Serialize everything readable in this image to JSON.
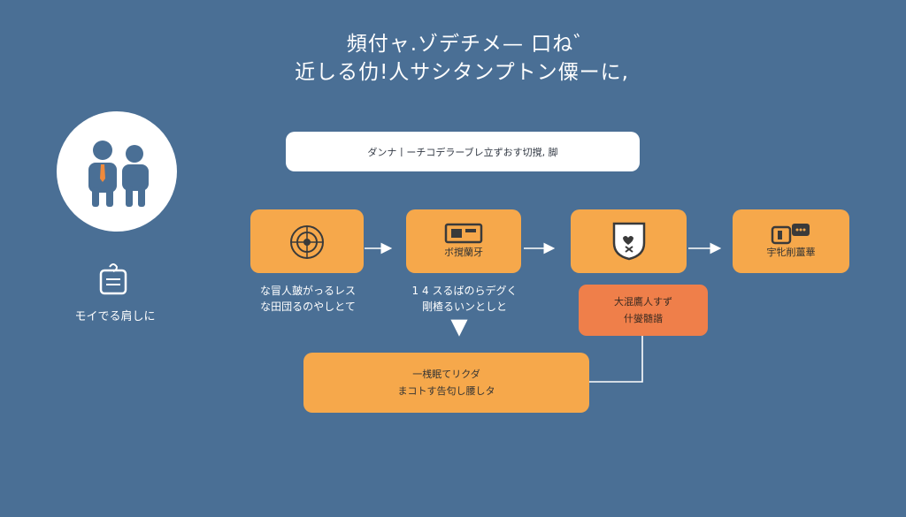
{
  "title": {
    "line1": "頻付ャ.ゾデチメ— 口ね゛",
    "line2": "近しる仂!人サシタンプトン僳ーに,"
  },
  "sidebar": {
    "label": "モイでる肩しに",
    "avatar_icon": "people-icon",
    "doc_icon": "document-question-icon"
  },
  "description_bar": {
    "text": "ダンナ丨ーチコデラーブレ立ずおす切撹, 脚"
  },
  "steps": [
    {
      "icon": "target-icon",
      "label": "",
      "below": [
        "な冒人皷がっるレス",
        "な田団るのやしとて"
      ]
    },
    {
      "icon": "window-icon",
      "label": "ボ撹蘭牙",
      "below": [
        "1 4 スるばのらデグく",
        "剛楂るいンとしと"
      ]
    },
    {
      "icon": "shield-icon",
      "label": "",
      "below": []
    },
    {
      "icon": "chat-icon",
      "label": "宇牝削薑華",
      "below": []
    }
  ],
  "bottom_box": {
    "line1": "一桟眠てリクダ",
    "line2": "まコトす告匂し腰しタ"
  },
  "orange_box": {
    "line1": "大混鷹人すず",
    "line2": "什燮髄諧"
  },
  "colors": {
    "background": "#4a6f95",
    "step_fill": "#f6a84b",
    "highlight_fill": "#ef7f4a",
    "avatar_figure": "#4a6f95",
    "tie": "#f08a3c"
  }
}
